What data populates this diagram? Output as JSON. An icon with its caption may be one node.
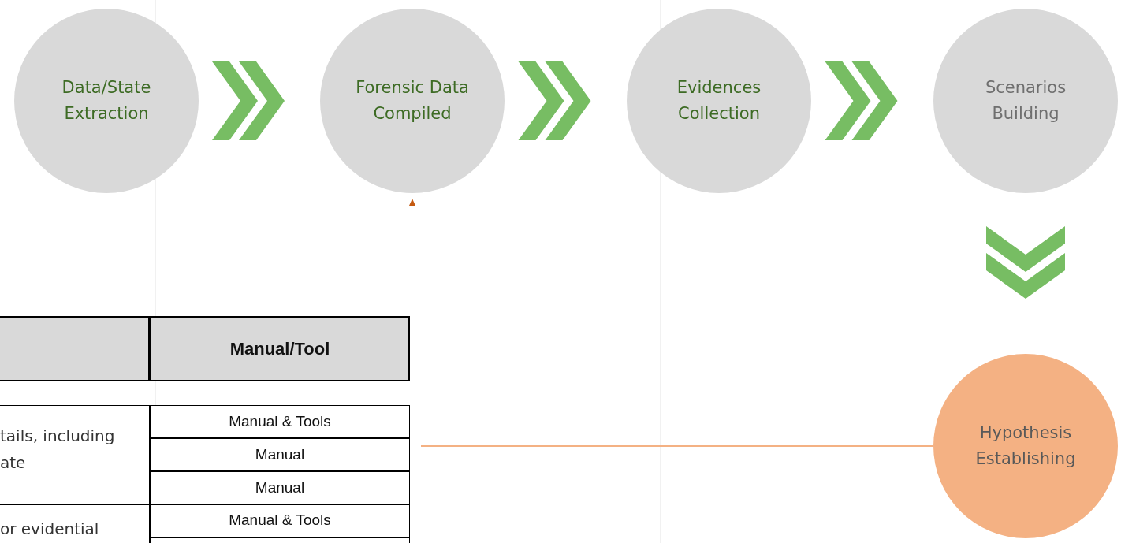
{
  "diagram": {
    "nodes": [
      {
        "text": [
          "Data/State Extraction"
        ]
      },
      {
        "text": [
          "Forensic Data Compiled"
        ]
      },
      {
        "text": [
          "Evidences Collection"
        ]
      },
      {
        "text": [
          "Scenarios Building"
        ]
      },
      {
        "text": [
          "Hypothesis Establishing"
        ]
      }
    ],
    "edges": [
      {
        "from": 0,
        "to": 1,
        "arrow": "to"
      },
      {
        "from": 1,
        "to": 2,
        "arrow": "to"
      },
      {
        "from": 2,
        "to": 3,
        "arrow": "to"
      },
      {
        "from": 3,
        "to": 4,
        "arrow": "to"
      },
      {
        "from": null,
        "to": 4,
        "arrow": "none",
        "color": "#f4b183"
      }
    ],
    "labels": [
      "Manual/Tool",
      "Manual & Tools",
      "tails, including ate",
      "Manual",
      "Manual",
      "Manual & Tools",
      "or evidential"
    ]
  }
}
